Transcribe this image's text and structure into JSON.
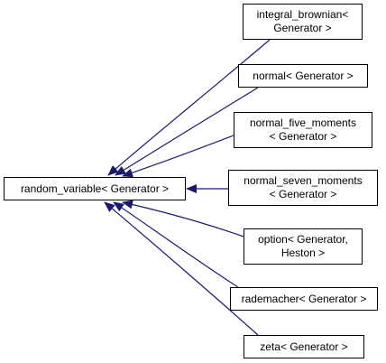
{
  "diagram": {
    "base_class": "random_variable< Generator >",
    "derived": [
      {
        "lines": [
          "integral_brownian<",
          "Generator >"
        ]
      },
      {
        "lines": [
          "normal< Generator >"
        ]
      },
      {
        "lines": [
          "normal_five_moments",
          "< Generator >"
        ]
      },
      {
        "lines": [
          "normal_seven_moments",
          "< Generator >"
        ]
      },
      {
        "lines": [
          "option< Generator,",
          "Heston >"
        ]
      },
      {
        "lines": [
          "rademacher< Generator >"
        ]
      },
      {
        "lines": [
          "zeta< Generator >"
        ]
      }
    ],
    "edge_color": "#191970",
    "border_color": "#000000"
  }
}
